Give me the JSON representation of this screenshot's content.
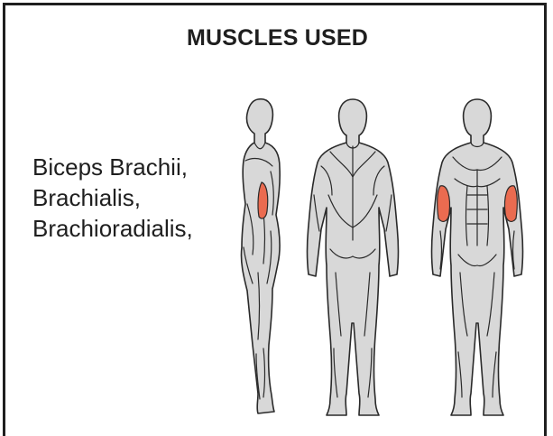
{
  "panel": {
    "title": "MUSCLES USED"
  },
  "muscles": {
    "items": [
      "Biceps Brachii,",
      "Brachialis,",
      "Brachioradialis,"
    ]
  },
  "figures": {
    "views": [
      "side-view",
      "back-view",
      "front-view"
    ],
    "highlight_color": "#ea6b50",
    "body_color": "#d8d8d8"
  }
}
